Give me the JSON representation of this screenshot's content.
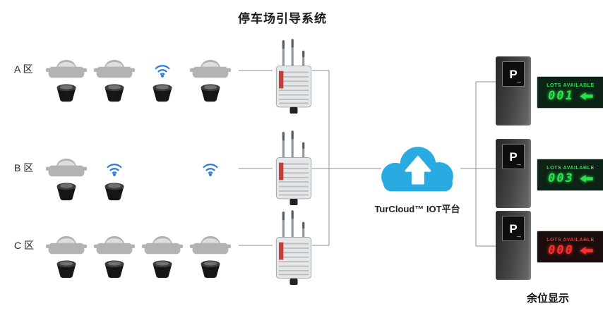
{
  "title": "停车场引导系统",
  "zones": [
    {
      "id": "A",
      "label": "A 区",
      "slots": [
        {
          "top": "car",
          "sensor": true
        },
        {
          "top": "car",
          "sensor": true
        },
        {
          "top": "wifi",
          "sensor": true
        },
        {
          "top": "car",
          "sensor": true
        }
      ]
    },
    {
      "id": "B",
      "label": "B 区",
      "slots": [
        {
          "top": "car",
          "sensor": true
        },
        {
          "top": "wifi",
          "sensor": true
        },
        {
          "top": "none",
          "sensor": false
        },
        {
          "top": "wifi",
          "sensor": false
        }
      ]
    },
    {
      "id": "C",
      "label": "C 区",
      "slots": [
        {
          "top": "car",
          "sensor": true
        },
        {
          "top": "car",
          "sensor": true
        },
        {
          "top": "car",
          "sensor": true
        },
        {
          "top": "car",
          "sensor": true
        }
      ]
    }
  ],
  "gateways": [
    {
      "id": "gateway-zone-a"
    },
    {
      "id": "gateway-zone-b"
    },
    {
      "id": "gateway-zone-c"
    }
  ],
  "cloud": {
    "label": "TurCloud™ IOT平台",
    "color": "#29abe2",
    "icon": "cloud-upload-icon"
  },
  "displays": [
    {
      "logo": "P",
      "arrow_logo": "→",
      "panel_title": "LOTS AVAILABLE",
      "count": "001",
      "color": "#2ae24b",
      "panel_bg": "#0d2315",
      "arrow_direction": "left"
    },
    {
      "logo": "P",
      "arrow_logo": "→",
      "panel_title": "LOTS AVAILABLE",
      "count": "003",
      "color": "#2ae24b",
      "panel_bg": "#0d2315",
      "arrow_direction": "left"
    },
    {
      "logo": "P",
      "arrow_logo": "→",
      "panel_title": "LOTS AVAILABLE",
      "count": "000",
      "color": "#ff2d2d",
      "panel_bg": "#1c0d0d",
      "arrow_direction": "left"
    }
  ],
  "footer_label": "余位显示",
  "colors": {
    "car": "#b3b3b3",
    "wifi": "#2f7cd8",
    "line": "#8f8f8f"
  }
}
